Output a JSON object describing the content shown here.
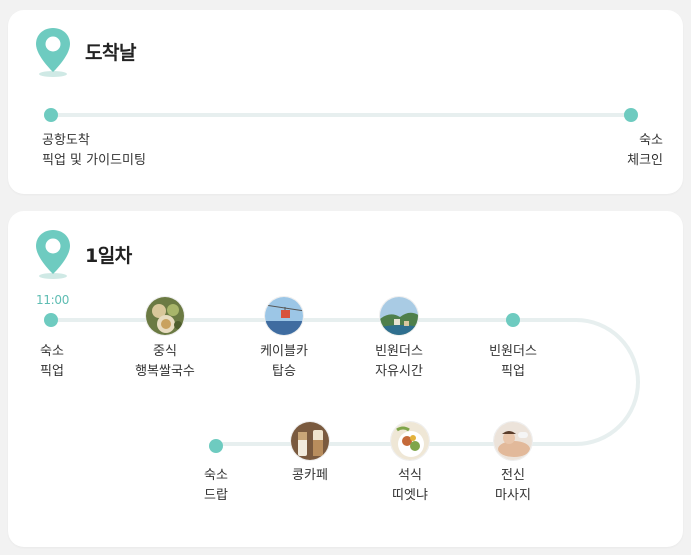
{
  "colors": {
    "accent": "#6ecbc0",
    "track": "#e7efef",
    "card": "#ffffff",
    "background": "#f2f2f2"
  },
  "arrival": {
    "title": "도착날",
    "icon": "location-pin-icon",
    "stops": [
      {
        "line1": "공항도착",
        "line2": "픽업 및 가이드미팅"
      },
      {
        "line1": "숙소",
        "line2": "체크인"
      }
    ]
  },
  "day1": {
    "title": "1일차",
    "icon": "location-pin-icon",
    "start_time": "11:00",
    "stops": [
      {
        "line1": "숙소",
        "line2": "픽업",
        "icon": ""
      },
      {
        "line1": "중식",
        "line2": "행복쌀국수",
        "icon": "food-photo-icon"
      },
      {
        "line1": "케이블카",
        "line2": "탑승",
        "icon": "cable-car-photo-icon"
      },
      {
        "line1": "빈원더스",
        "line2": "자유시간",
        "icon": "theme-park-photo-icon"
      },
      {
        "line1": "빈원더스",
        "line2": "픽업",
        "icon": ""
      },
      {
        "line1": "전신",
        "line2": "마사지",
        "icon": "massage-photo-icon"
      },
      {
        "line1": "석식",
        "line2": "띠엣냐",
        "icon": "dinner-photo-icon"
      },
      {
        "line1": "콩카페",
        "line2": "",
        "icon": "coffee-photo-icon"
      },
      {
        "line1": "숙소",
        "line2": "드랍",
        "icon": ""
      }
    ]
  }
}
